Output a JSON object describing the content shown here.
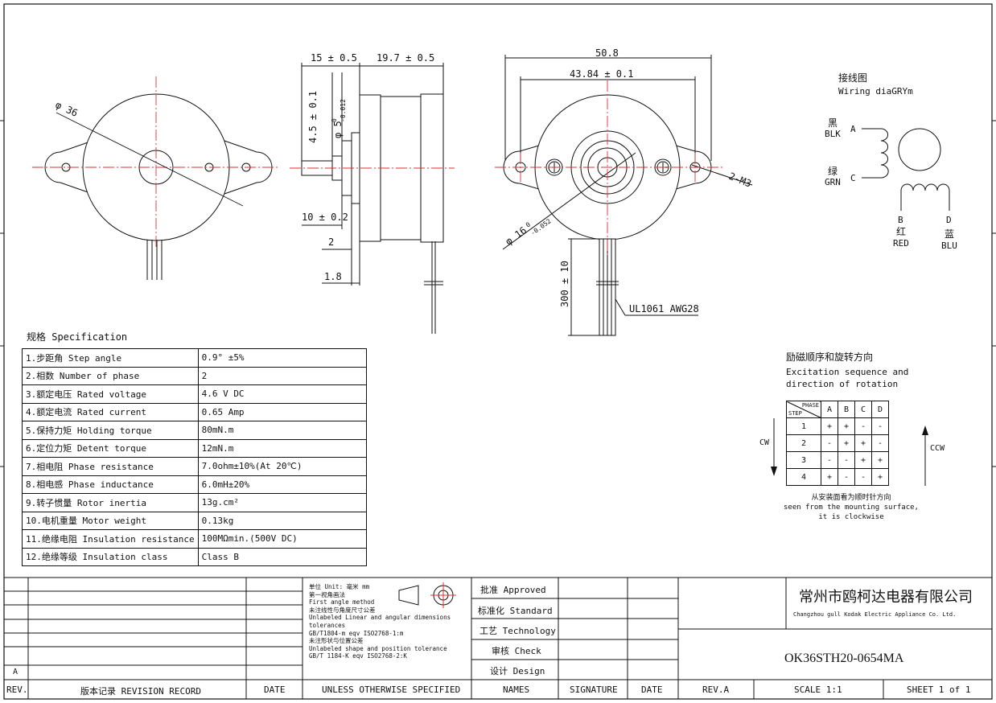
{
  "drawing": {
    "dims": {
      "diameter_36": "φ 36",
      "shaft_len": "15 ± 0.5",
      "body_len": "19.7 ± 0.5",
      "shaft_dia_h": "4.5 ± 0.1",
      "shaft_dia_v": "φ 5",
      "shaft_tol_top": "0",
      "shaft_tol_bot": "-0.012",
      "boss_len": "10 ± 0.2",
      "dim_2": "2",
      "dim_18": "1.8",
      "overall_508": "50.8",
      "hole_spacing": "43.84 ± 0.1",
      "screws": "2-M3",
      "boss_dia": "φ 16",
      "boss_tol_top": "0",
      "boss_tol_bot": "-0.052",
      "lead_len": "300 ± 10",
      "cable": "UL1061 AWG28"
    }
  },
  "wiring": {
    "title_cn": "接线图",
    "title_en": "Wiring diaGRYm",
    "blk_cn": "黑",
    "blk_en": "BLK",
    "a": "A",
    "grn_cn": "绿",
    "grn_en": "GRN",
    "c": "C",
    "b": "B",
    "red_cn": "红",
    "red_en": "RED",
    "d": "D",
    "blu_cn": "蓝",
    "blu_en": "BLU"
  },
  "spec": {
    "title": "规格 Specification",
    "rows": [
      {
        "label": "1.步距角 Step angle",
        "value": "0.9° ±5%"
      },
      {
        "label": "2.相数 Number of phase",
        "value": "2"
      },
      {
        "label": "3.额定电压 Rated voltage",
        "value": "4.6 V DC"
      },
      {
        "label": "4.额定电流 Rated current",
        "value": "0.65 Amp"
      },
      {
        "label": "5.保持力矩 Holding torque",
        "value": "80mN.m"
      },
      {
        "label": "6.定位力矩 Detent torque",
        "value": "12mN.m"
      },
      {
        "label": "7.相电阻 Phase resistance",
        "value": "7.0ohm±10%(At 20℃)"
      },
      {
        "label": "8.相电感 Phase inductance",
        "value": "6.0mH±20%"
      },
      {
        "label": "9.转子惯量 Rotor inertia",
        "value": "13g.cm²"
      },
      {
        "label": "10.电机重量 Motor weight",
        "value": "0.13kg"
      },
      {
        "label": "11.绝缘电阻 Insulation resistance",
        "value": "100MΩmin.(500V DC)"
      },
      {
        "label": "12.绝缘等级 Insulation class",
        "value": "Class B"
      }
    ]
  },
  "excitation": {
    "title_cn": "励磁顺序和旋转方向",
    "title_en1": "Excitation sequence and",
    "title_en2": "direction of rotation",
    "phase": "PHASE",
    "step": "STEP",
    "cols": [
      "A",
      "B",
      "C",
      "D"
    ],
    "rows": [
      {
        "step": "1",
        "v": [
          "+",
          "+",
          "-",
          "-"
        ]
      },
      {
        "step": "2",
        "v": [
          "-",
          "+",
          "+",
          "-"
        ]
      },
      {
        "step": "3",
        "v": [
          "-",
          "-",
          "+",
          "+"
        ]
      },
      {
        "step": "4",
        "v": [
          "+",
          "-",
          "-",
          "+"
        ]
      }
    ],
    "cw": "CW",
    "ccw": "CCW",
    "note_cn": "从安装面看为顺时针方向",
    "note_en1": "seen from the mounting surface,",
    "note_en2": "it is clockwise"
  },
  "title_block": {
    "rev_a": "A",
    "rev": "REV.",
    "revision_record": "版本记录 REVISION RECORD",
    "date": "DATE",
    "unless": "UNLESS OTHERWISE SPECIFIED",
    "names": "NAMES",
    "signature": "SIGNATURE",
    "date2": "DATE",
    "rev_a2": "REV.A",
    "scale": "SCALE 1:1",
    "sheet": "SHEET 1 of 1",
    "notes": [
      "单位 Unit: 毫米 mm",
      "第一视角画法",
      "First angle method",
      "未注线性与角度尺寸公差",
      "Unlabeled Linear and angular dimensions",
      "tolerances",
      "GB/T1804-m  eqv ISO2768-1:m",
      "未注形状与位置公差",
      "Unlabeled shape and position tolerance",
      "GB/T 1184-K  eqv ISO2768-2:K"
    ],
    "approved": "批准 Approved",
    "standard": "标准化 Standard",
    "technology": "工艺 Technology",
    "check": "审核 Check",
    "design": "设计 Design",
    "company_cn": "常州市鸥柯达电器有限公司",
    "company_en": "Changzhou gull Kodak Electric Appliance Co. Ltd.",
    "model": "OK36STH20-0654MA"
  }
}
